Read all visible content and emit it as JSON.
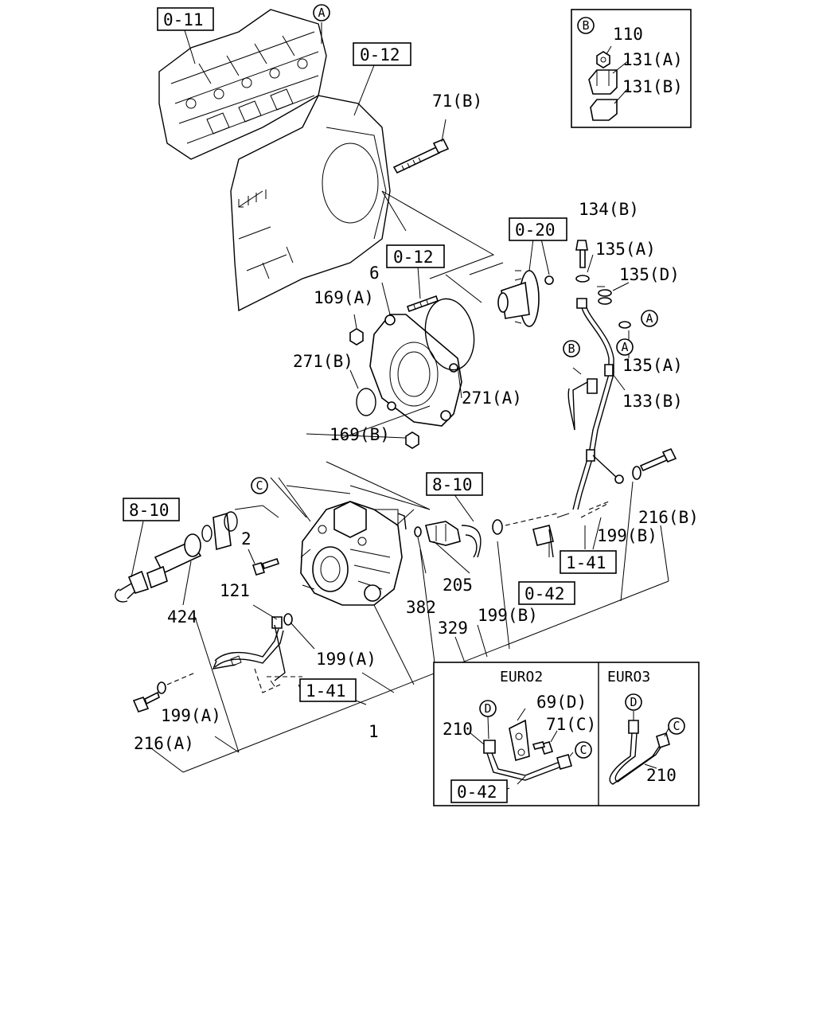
{
  "refs": {
    "r011": "0-11",
    "r012a": "0-12",
    "r012b": "0-12",
    "r020": "0-20",
    "r810a": "8-10",
    "r810b": "8-10",
    "r141a": "1-41",
    "r141b": "1-41",
    "r042a": "0-42",
    "r042b": "0-42"
  },
  "labels": {
    "l110": "110",
    "l131a": "131(A)",
    "l131b": "131(B)",
    "l71b": "71(B)",
    "l134b": "134(B)",
    "l135a1": "135(A)",
    "l135d": "135(D)",
    "l135a2": "135(A)",
    "l133b": "133(B)",
    "l6": "6",
    "l169a": "169(A)",
    "l271b": "271(B)",
    "l271a": "271(A)",
    "l169b": "169(B)",
    "l2": "2",
    "l121": "121",
    "l424": "424",
    "l382": "382",
    "l205": "205",
    "l329": "329",
    "l199b1": "199(B)",
    "l199b2": "199(B)",
    "l216b": "216(B)",
    "l199a1": "199(A)",
    "l199a2": "199(A)",
    "l216a": "216(A)",
    "l1": "1",
    "l69d": "69(D)",
    "l71c": "71(C)",
    "l210a": "210",
    "l210b": "210"
  },
  "callouts": {
    "A": "A",
    "B": "B",
    "C": "C",
    "D": "D"
  },
  "inset_eur": {
    "eur2": "EURO2",
    "eur3": "EURO3"
  }
}
